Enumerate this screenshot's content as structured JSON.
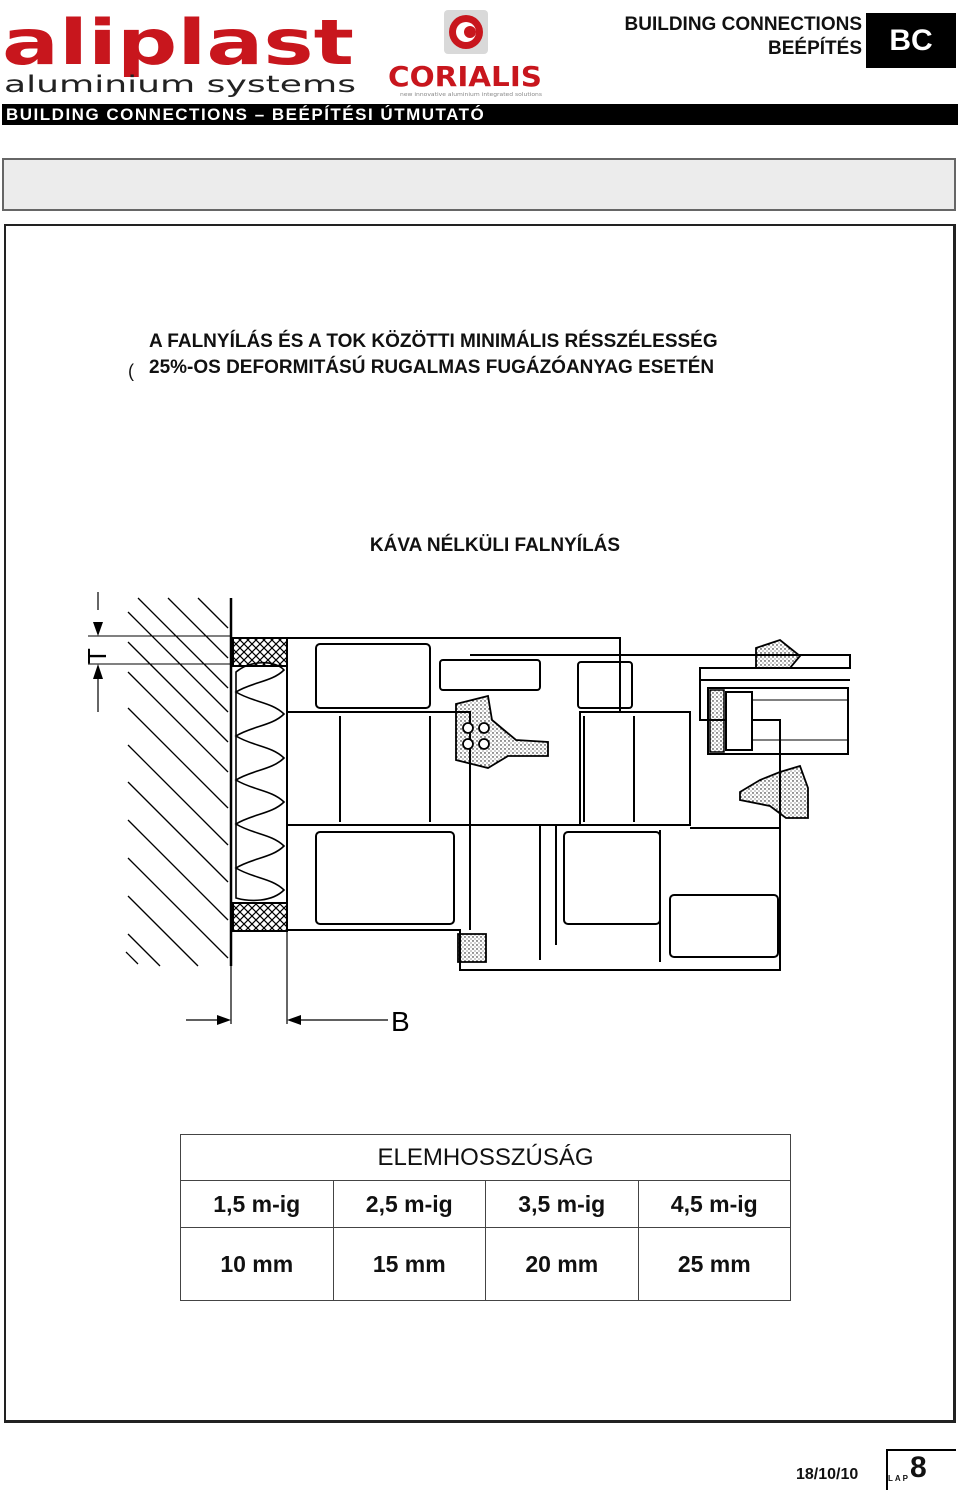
{
  "logos": {
    "aliplast_word": "aliplast",
    "aliplast_tagline": "aluminium systems",
    "corialis_word": "CORIALIS",
    "corialis_tagline": "new innovative aluminium integrated solutions"
  },
  "header": {
    "line1": "BUILDING CONNECTIONS",
    "line2": "BEÉPÍTÉS",
    "code": "BC"
  },
  "banner": "BUILDING CONNECTIONS – BEÉPÍTÉSI ÚTMUTATÓ",
  "heading": {
    "line1": "A FALNYÍLÁS ÉS A TOK KÖZÖTTI MINIMÁLIS RÉSSZÉLESSÉG",
    "paren": "(",
    "line2": "25%-OS DEFORMITÁSÚ RUGALMAS FUGÁZÓANYAG ESETÉN"
  },
  "subtitle": "KÁVA NÉLKÜLI FALNYÍLÁS",
  "drawing": {
    "label_t": "T",
    "label_b": "B"
  },
  "table": {
    "header": "ELEMHOSSZÚSÁG",
    "lengths": [
      "1,5 m-ig",
      "2,5 m-ig",
      "3,5 m-ig",
      "4,5 m-ig"
    ],
    "widths": [
      "10 mm",
      "15 mm",
      "20 mm",
      "25 mm"
    ]
  },
  "footer": {
    "date": "18/10/10",
    "lap_label": "LAP",
    "page": "8"
  }
}
